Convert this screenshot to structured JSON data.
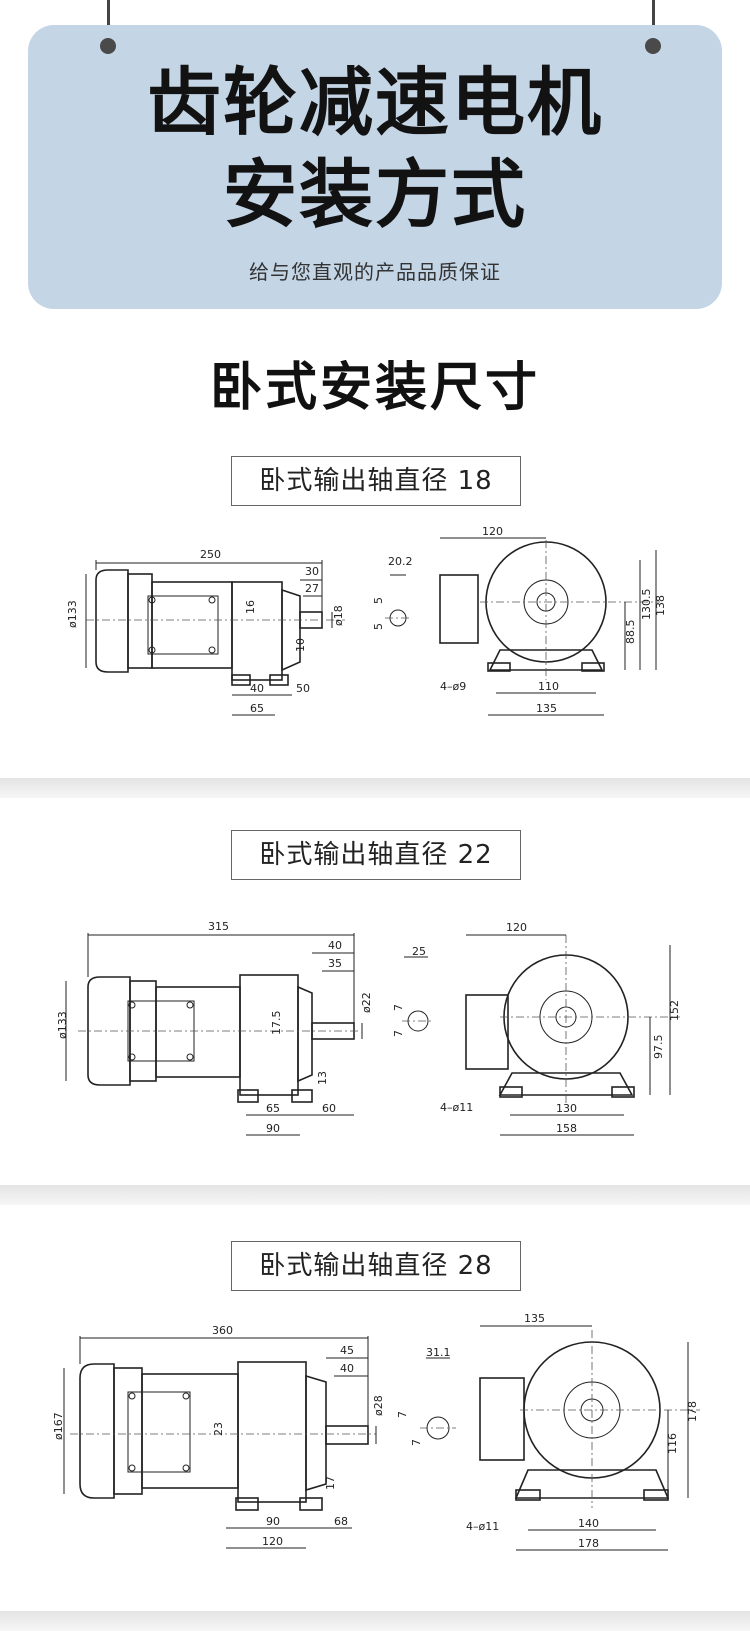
{
  "banner": {
    "title_line1": "齿轮减速电机",
    "title_line2": "安装方式",
    "subtitle": "给与您直观的产品品质保证"
  },
  "section_title": "卧式安装尺寸",
  "colors": {
    "banner_bg": "#c4d5e6",
    "separator": "#ececec",
    "line": "#222222"
  },
  "drawings": [
    {
      "label": "卧式输出轴直径 18",
      "side": {
        "overall": "250",
        "d1": "30",
        "d2": "27",
        "shaft": "ø18",
        "dia": "ø133",
        "h": "16",
        "foot_h": "10",
        "a": "40",
        "b": "50",
        "c": "65"
      },
      "key": {
        "w": "20.2",
        "k1": "5",
        "k2": "5"
      },
      "front": {
        "width": "120",
        "h1": "88.5",
        "h2": "130.5",
        "h3": "138",
        "holes": "4–ø9",
        "span1": "110",
        "span2": "135"
      }
    },
    {
      "label": "卧式输出轴直径 22",
      "side": {
        "overall": "315",
        "d1": "40",
        "d2": "35",
        "shaft": "ø22",
        "dia": "ø133",
        "h": "17.5",
        "foot_h": "13",
        "a": "65",
        "b": "60",
        "c": "90"
      },
      "key": {
        "w": "25",
        "k1": "7",
        "k2": "7"
      },
      "front": {
        "width": "120",
        "h1": "97.5",
        "h3": "152",
        "holes": "4–ø11",
        "span1": "130",
        "span2": "158"
      }
    },
    {
      "label": "卧式输出轴直径 28",
      "side": {
        "overall": "360",
        "d1": "45",
        "d2": "40",
        "shaft": "ø28",
        "dia": "ø167",
        "h": "23",
        "foot_h": "17",
        "a": "90",
        "b": "68",
        "c": "120"
      },
      "key": {
        "w": "31.1",
        "k1": "7",
        "k2": "7"
      },
      "front": {
        "width": "135",
        "h1": "116",
        "h3": "178",
        "holes": "4–ø11",
        "span1": "140",
        "span2": "178"
      }
    }
  ]
}
